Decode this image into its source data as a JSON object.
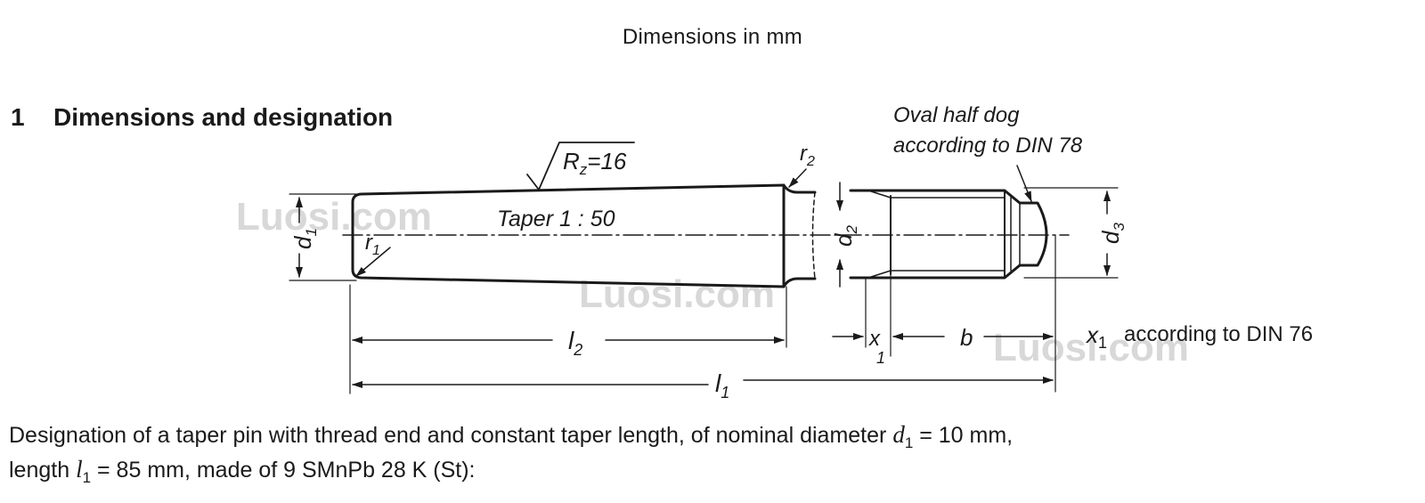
{
  "header": {
    "units_note": "Dimensions in mm"
  },
  "section": {
    "number": "1",
    "title": "Dimensions and designation"
  },
  "drawing": {
    "surface_finish": "R z =16",
    "taper_label": "Taper 1 : 50",
    "oval_half_dog_line1": "Oval half dog",
    "oval_half_dog_line2": "according to DIN 78",
    "x1_note": "according to DIN 76",
    "labels": {
      "d1": "d",
      "d1_sub": "1",
      "d2": "d",
      "d2_sub": "2",
      "d3": "d",
      "d3_sub": "3",
      "r1": "r",
      "r1_sub": "1",
      "r2": "r",
      "r2_sub": "2",
      "l1": "l",
      "l1_sub": "1",
      "l2": "l",
      "l2_sub": "2",
      "x1": "x",
      "x1_sub": "1",
      "x1_note_sym": "x",
      "x1_note_sub": "1",
      "b": "b",
      "rz": "R",
      "rz_sub": "z",
      "rz_value": "=16"
    },
    "watermark": "Luosi.com"
  },
  "designation": {
    "line1_text": "Designation of a taper pin with thread end and constant taper length, of nominal diameter",
    "line1_sym": "d",
    "line1_sub": "1",
    "line1_value": "= 10 mm,",
    "line2_prefix": "length",
    "line2_sym": "l",
    "line2_sub": "1",
    "line2_value": "= 85 mm, made of 9 SMnPb 28 K (St):"
  }
}
